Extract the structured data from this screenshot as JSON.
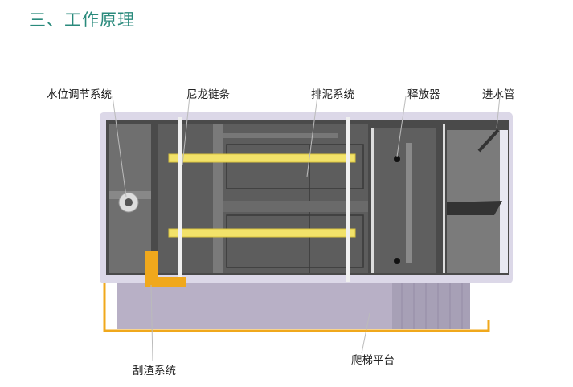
{
  "title": "三、工作原理",
  "labels": {
    "water_level": "水位调节系统",
    "nylon_chain": "尼龙链条",
    "sludge": "排泥系统",
    "releaser": "释放器",
    "inlet": "进水管",
    "scraper": "刮渣系统",
    "ladder": "爬梯平台"
  },
  "colors": {
    "title": "#2a8a7c",
    "frame": "#d9d6e6",
    "chain": "#f2e26a",
    "scraper": "#f0a81c"
  }
}
